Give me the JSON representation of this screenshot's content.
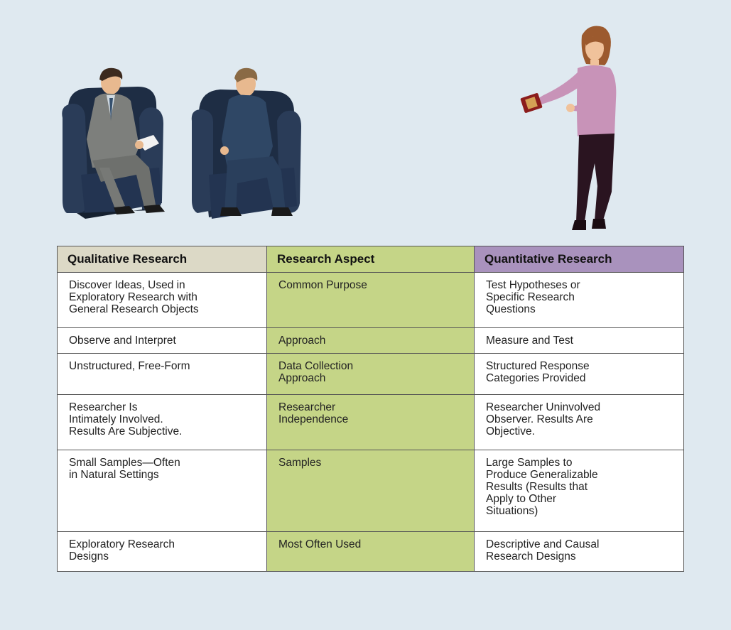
{
  "table": {
    "headers": [
      "Qualitative Research",
      "Research Aspect",
      "Quantitative Research"
    ],
    "rows": [
      [
        "Discover Ideas, Used in\nExploratory Research with\nGeneral Research Objects",
        "Common Purpose",
        "Test Hypotheses or\nSpecific Research\nQuestions"
      ],
      [
        "Observe and Interpret",
        "Approach",
        "Measure and Test"
      ],
      [
        "Unstructured, Free-Form",
        "Data Collection\nApproach",
        "Structured Response\nCategories Provided"
      ],
      [
        "Researcher Is\nIntimately Involved.\nResults Are Subjective.",
        "Researcher\nIndependence",
        "Researcher Uninvolved\nObserver. Results Are\nObjective."
      ],
      [
        "Small Samples—Often\nin Natural Settings",
        "Samples",
        "Large Samples to\nProduce Generalizable\nResults (Results that\nApply to Other\nSituations)"
      ],
      [
        "Exploratory Research\nDesigns",
        "Most Often Used",
        "Descriptive and Causal\nResearch Designs"
      ]
    ]
  },
  "colors": {
    "background": "#dfe9f0",
    "qualitative_header": "#dcd9c6",
    "aspect_column": "#c5d587",
    "quantitative_header": "#a992bd"
  },
  "illustrations": {
    "left": "interview-scene-icon",
    "right": "presenter-woman-icon"
  }
}
